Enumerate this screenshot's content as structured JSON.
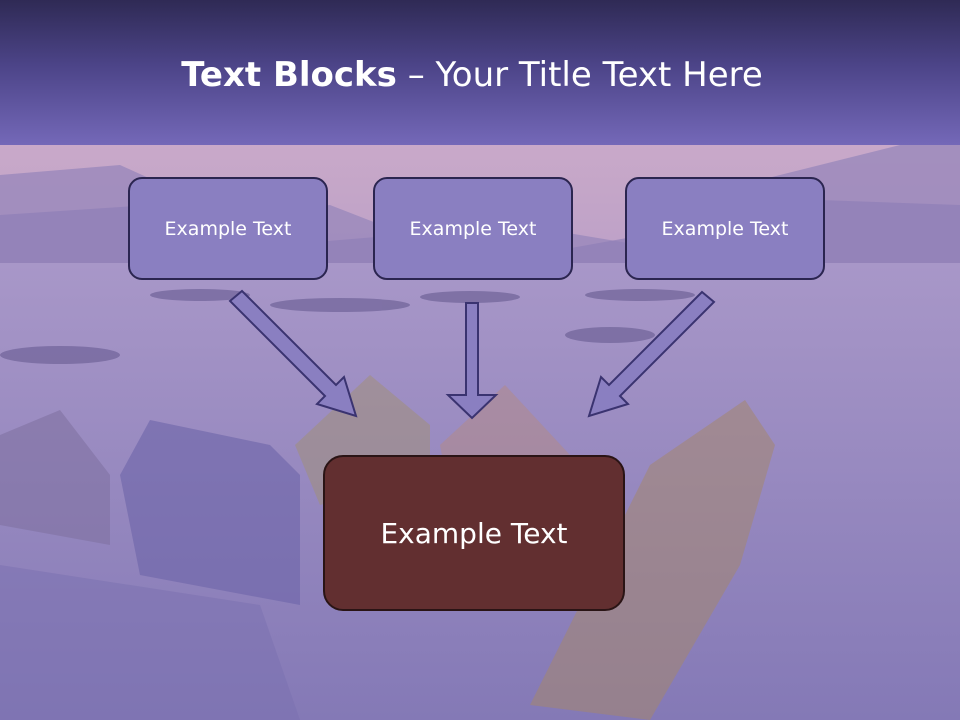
{
  "title": {
    "bold_part": "Text Blocks",
    "separator": " – ",
    "regular_part": "Your Title Text Here"
  },
  "blocks": [
    {
      "label": "Example Text"
    },
    {
      "label": "Example Text"
    },
    {
      "label": "Example Text"
    }
  ],
  "target_block": {
    "label": "Example Text"
  },
  "colors": {
    "header": "#4c4488",
    "small_block_fill": "#8a7fc1",
    "target_block_fill": "#622f30",
    "arrow_fill": "#8a7fc1"
  },
  "icons": {
    "arrows": [
      "arrow-down-right-icon",
      "arrow-down-icon",
      "arrow-down-left-icon"
    ]
  }
}
